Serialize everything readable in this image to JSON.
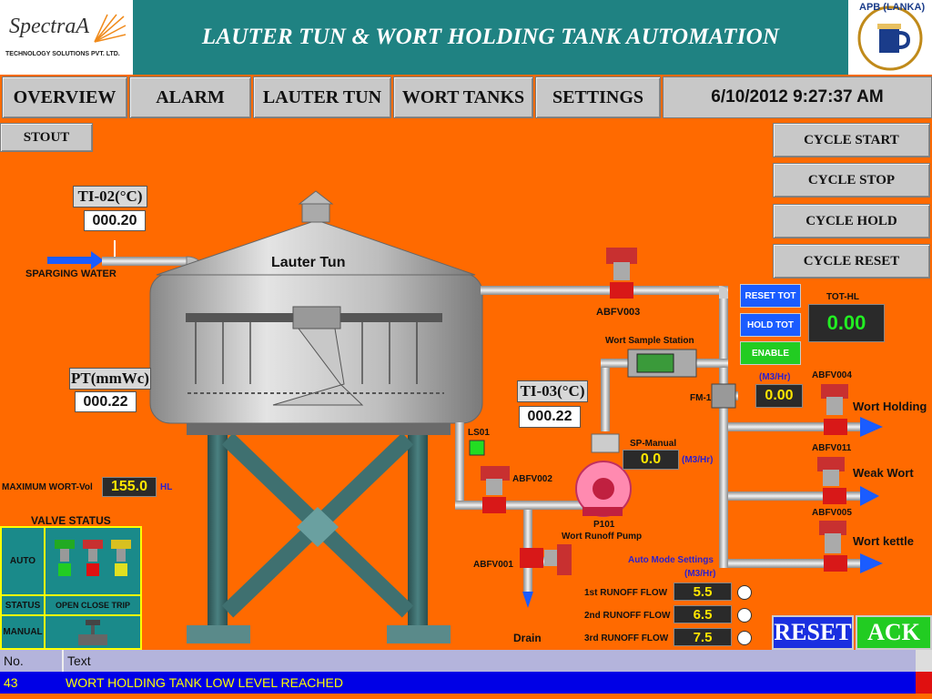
{
  "header": {
    "title": "LAUTER TUN & WORT HOLDING TANK AUTOMATION",
    "logo_left_brand": "SpectraA",
    "logo_left_sub": "TECHNOLOGY SOLUTIONS PVT. LTD.",
    "logo_right_text": "APB (LANKA)"
  },
  "nav": {
    "items": [
      "OVERVIEW",
      "ALARM",
      "LAUTER TUN",
      "WORT TANKS",
      "SETTINGS"
    ],
    "datetime": "6/10/2012 9:27:37 AM"
  },
  "recipe_button": "STOUT",
  "cycle_buttons": [
    "CYCLE START",
    "CYCLE STOP",
    "CYCLE HOLD",
    "CYCLE RESET"
  ],
  "totalizer": {
    "reset_label": "RESET TOT",
    "hold_label": "HOLD TOT",
    "enable_label": "ENABLE",
    "label": "TOT-HL",
    "value": "0.00"
  },
  "instruments": {
    "ti02": {
      "label": "TI-02(°C)",
      "value": "000.20"
    },
    "pt": {
      "label": "PT(mmWc)",
      "value": "000.22"
    },
    "ti03": {
      "label": "TI-03(°C)",
      "value": "000.22"
    },
    "fm1": {
      "label": "FM-1",
      "unit": "(M3/Hr)",
      "value": "0.00"
    },
    "sp_manual": {
      "label": "SP-Manual",
      "unit": "(M3/Hr)",
      "value": "0.0"
    },
    "max_wort": {
      "label": "MAXIMUM WORT-Vol",
      "value": "155.0",
      "unit": "HL"
    }
  },
  "labels": {
    "sparging_water": "SPARGING WATER",
    "lauter_tun": "Lauter Tun",
    "wort_sample_station": "Wort Sample Station",
    "ls01": "LS01",
    "pump": "P101",
    "pump_name": "Wort Runoff Pump",
    "drain": "Drain",
    "wort_holding": "Wort Holding",
    "weak_wort": "Weak Wort",
    "wort_kettle": "Wort kettle"
  },
  "valves": [
    "ABFV003",
    "ABFV004",
    "ABFV011",
    "ABFV005",
    "ABFV002",
    "ABFV001"
  ],
  "auto_mode": {
    "title": "Auto Mode Settings",
    "unit": "(M3/Hr)",
    "rows": [
      {
        "label": "1st RUNOFF FLOW",
        "value": "5.5"
      },
      {
        "label": "2nd RUNOFF FLOW",
        "value": "6.5"
      },
      {
        "label": "3rd  RUNOFF FLOW",
        "value": "7.5"
      }
    ]
  },
  "valve_status": {
    "title": "VALVE STATUS",
    "auto": "AUTO",
    "status": "STATUS",
    "status_values": "OPEN CLOSE TRIP",
    "manual": "MANUAL"
  },
  "action_buttons": {
    "reset": "RESET",
    "ack": "ACK"
  },
  "alarm_table": {
    "columns": [
      "No.",
      "Text"
    ],
    "rows": [
      {
        "no": "43",
        "text": "WORT HOLDING TANK LOW LEVEL REACHED"
      }
    ]
  },
  "colors": {
    "background": "#ff6a00",
    "title_bar": "#1f8282",
    "alarm_row": "#0000e6",
    "reset_btn": "#1a2fe0",
    "ack_btn": "#22cc22",
    "valve_open": "#22cc22",
    "valve_close": "#e01010",
    "valve_trip": "#e0e020"
  }
}
